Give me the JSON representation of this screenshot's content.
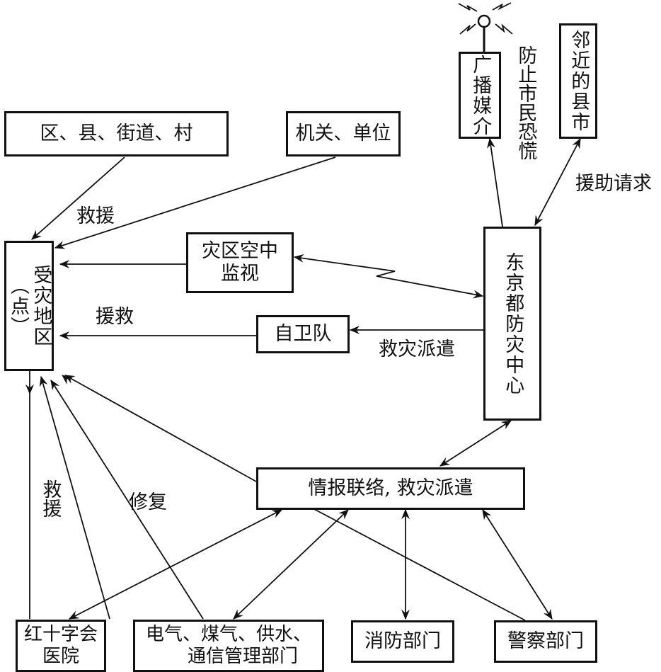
{
  "diagram": {
    "nodes": {
      "district": "区、县、街道、村",
      "agencies": "机关、单位",
      "disaster_area": "受灾地区（点）",
      "aerial": [
        "灾区空中",
        "监视"
      ],
      "sdf": "自卫队",
      "broadcast": "广播媒介",
      "neighbors": "邻近的县市",
      "tokyo_center": "东京都防灾中心",
      "info": "情报联络, 救灾派遣",
      "red_cross": [
        "红十字会",
        "医院"
      ],
      "utilities": [
        "电气、煤气、供水、",
        "通信管理部门"
      ],
      "fire": "消防部门",
      "police": "警察部门"
    },
    "labels": {
      "rescue_top": "救援",
      "rescue_sdf": "援救",
      "dispatch": "救灾派遣",
      "prevent_panic": "防止市民恐慌",
      "help_request": "援助请求",
      "rescue_left": "救援",
      "repair": "修复"
    }
  }
}
